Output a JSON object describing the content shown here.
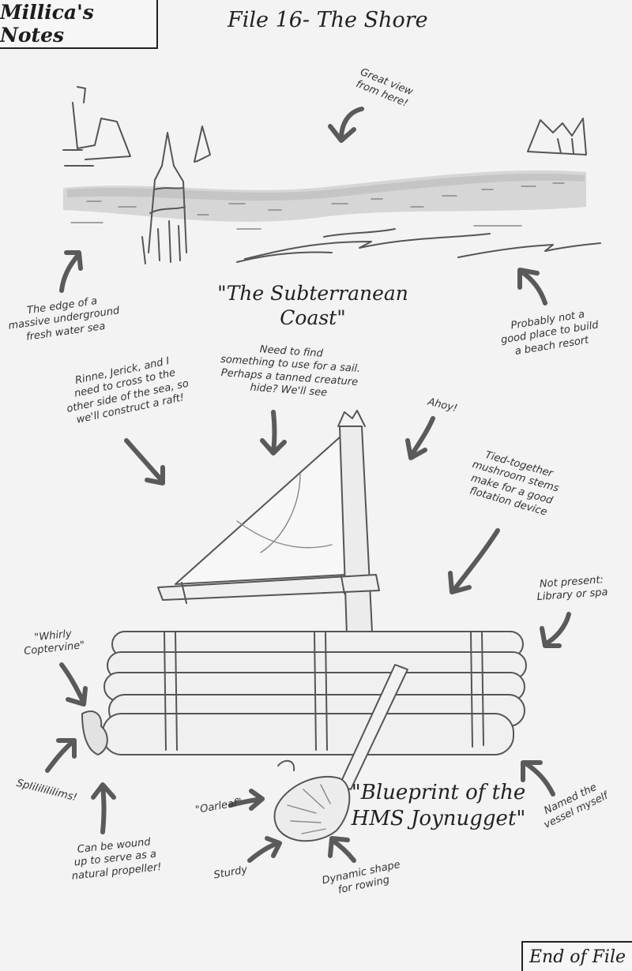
{
  "header": {
    "notebook_title": "Millica's Notes",
    "file_title": "File 16- The Shore"
  },
  "captions": {
    "coast": "\"The Subterranean Coast\"",
    "blueprint": "\"Blueprint of the\nHMS Joynugget\""
  },
  "notes": {
    "great_view": "Great view\nfrom here!",
    "edge_of_sea": "The edge of a\nmassive underground\nfresh water sea",
    "beach_resort": "Probably not a\ngood place to build\na beach resort",
    "construct_raft": "Rinne, Jerick, and I\nneed to cross to the\nother side of the sea, so\nwe'll construct a raft!",
    "sail": "Need to find\nsomething to use for a sail.\nPerhaps a tanned creature\nhide? We'll see",
    "ahoy": "Ahoy!",
    "mushroom_stems": "Tied-together\nmushroom stems\nmake for a good\nflotation device",
    "not_present": "Not present:\nLibrary or spa",
    "whirly": "\"Whirly\nCoptervine\"",
    "spliiins": "SpIiIiIiIiIims!",
    "propeller": "Can be wound\nup to serve as a\nnatural propeller!",
    "oarleaf": "\"Oarleaf\"",
    "sturdy": "Sturdy",
    "rowing": "Dynamic shape\nfor rowing",
    "named": "Named the\nvessel myself"
  },
  "footer": {
    "end_label": "End of File"
  }
}
